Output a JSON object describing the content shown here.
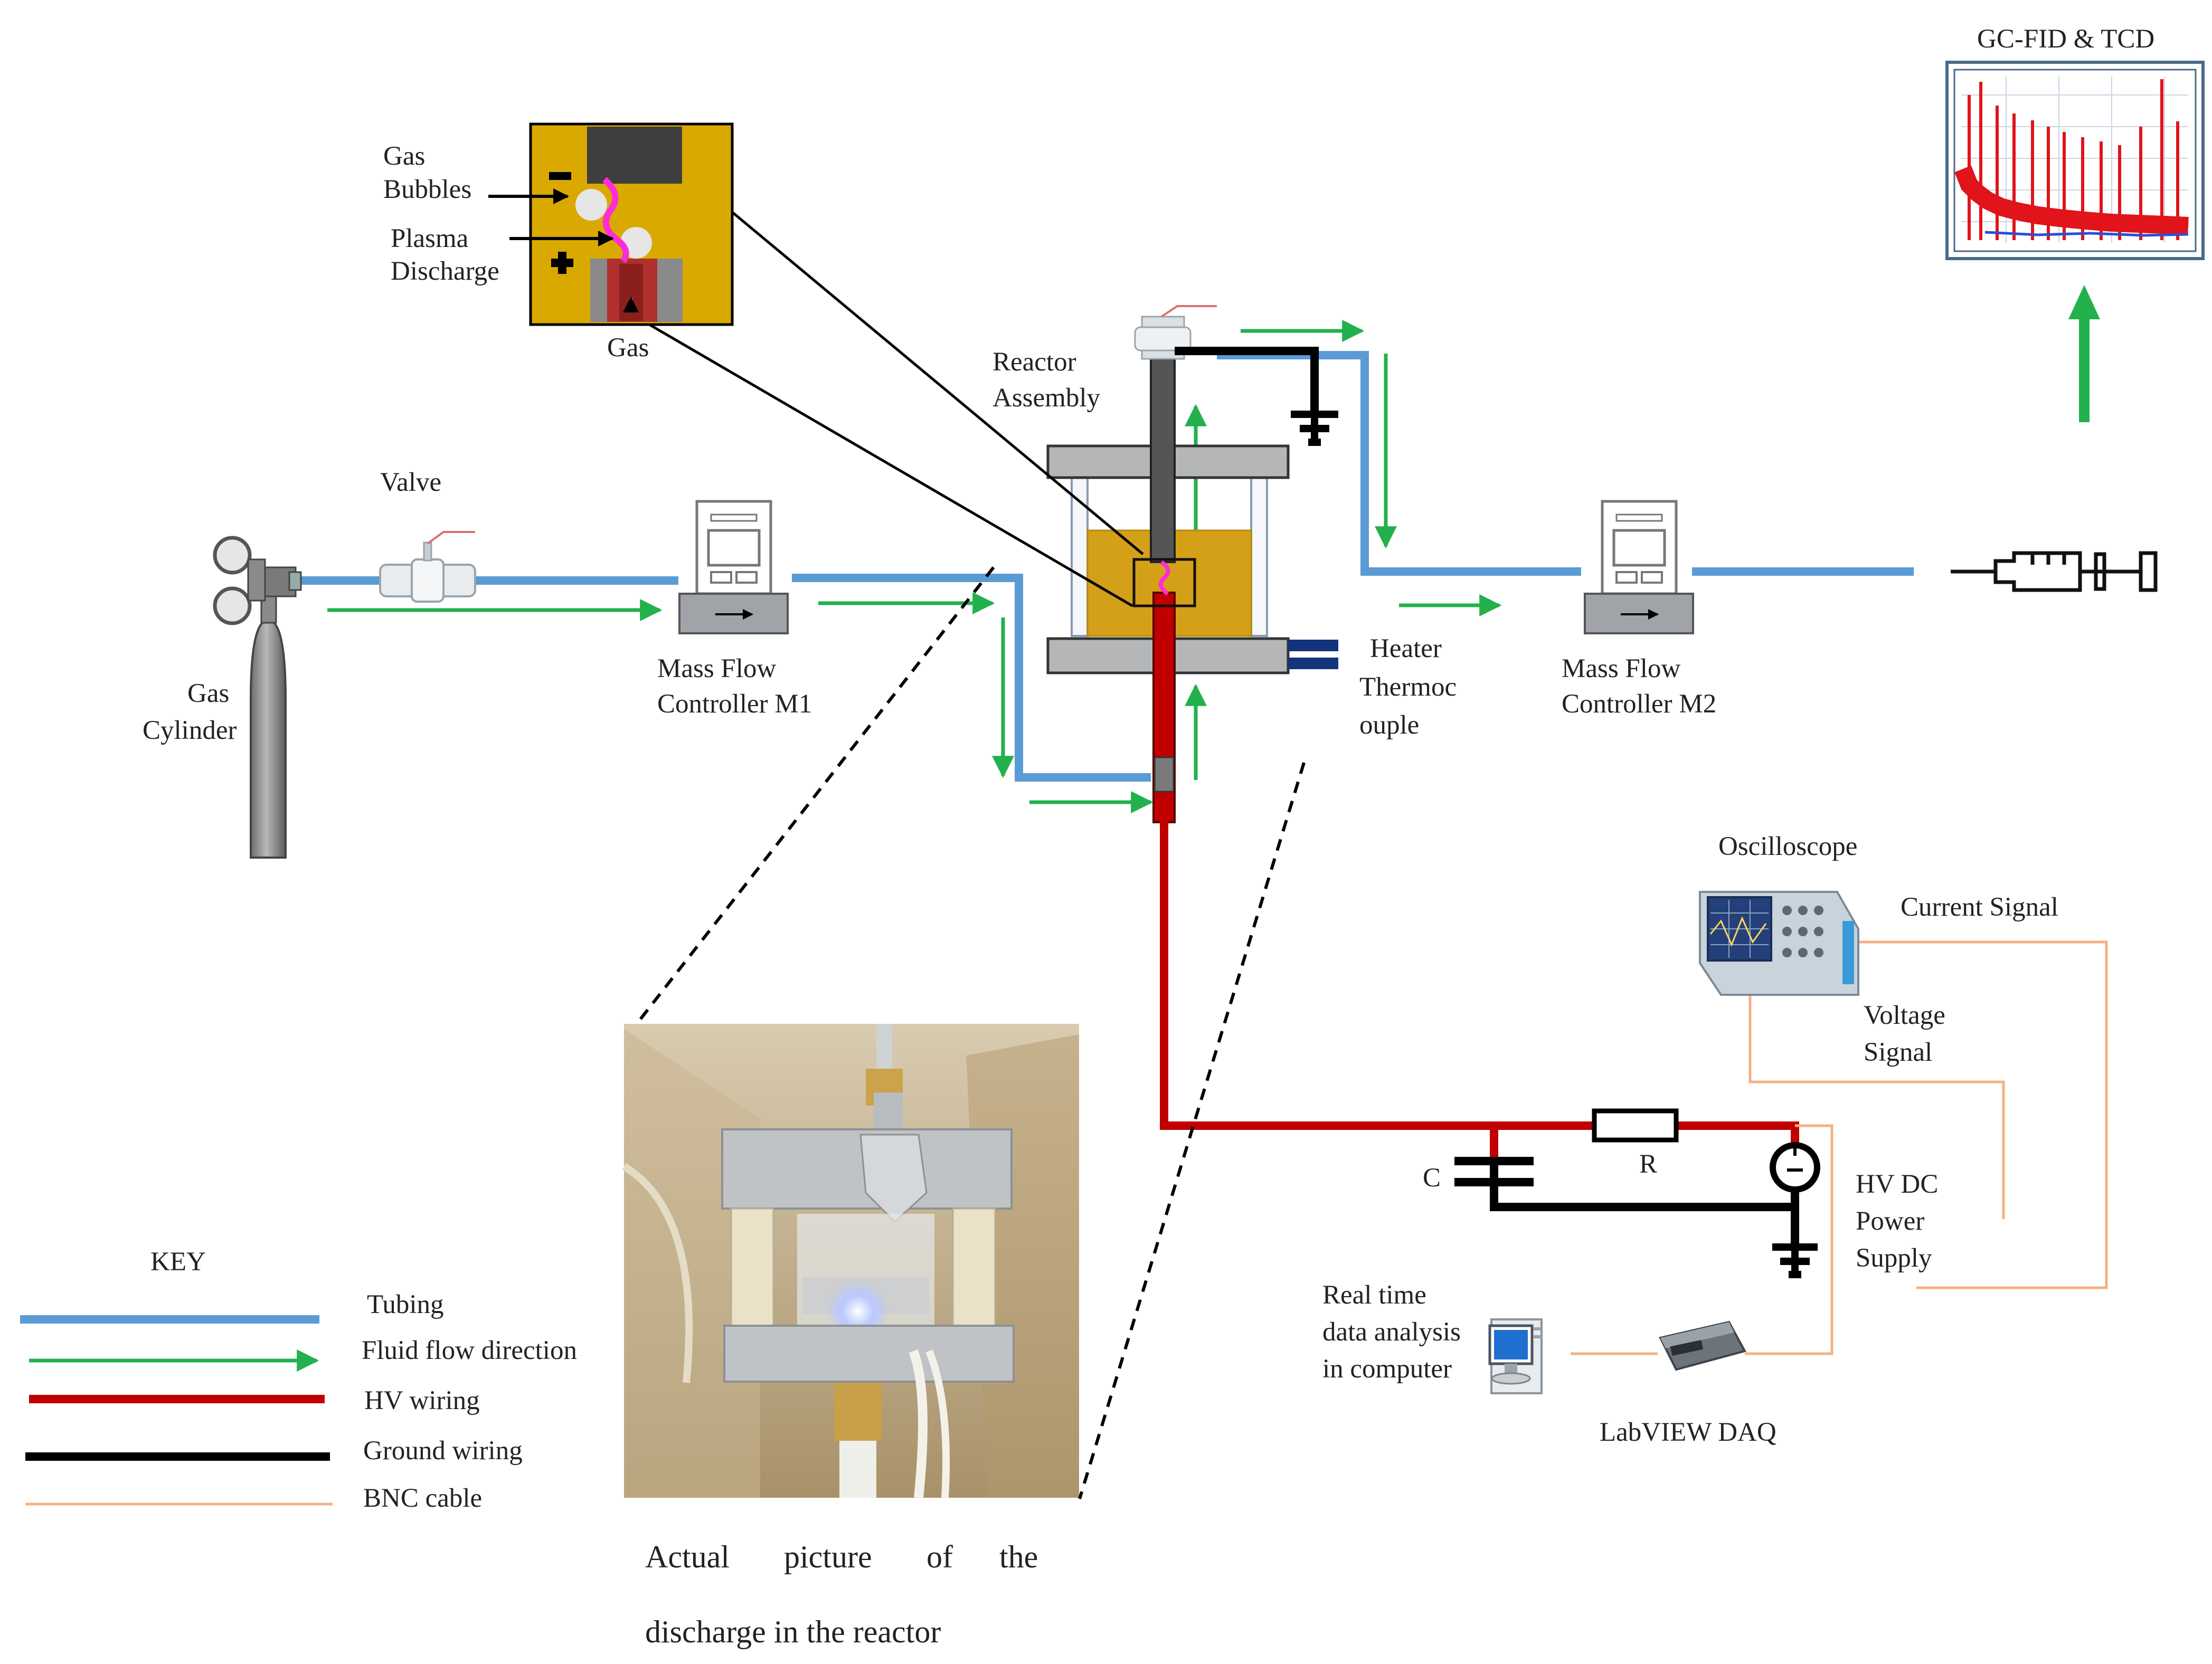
{
  "colors": {
    "tubing": "#5b9bd5",
    "flow": "#22b14c",
    "hv": "#c00000",
    "ground": "#000000",
    "bnc": "#f4b183",
    "oil": "#d4a017"
  },
  "labels": {
    "gc_title": "GC-FID & TCD",
    "gas_bubbles_1": "Gas",
    "gas_bubbles_2": "Bubbles",
    "plasma_1": "Plasma",
    "plasma_2": "Discharge",
    "inset_gas": "Gas",
    "reactor_1": "Reactor",
    "reactor_2": "Assembly",
    "valve": "Valve",
    "gas_cyl_1": "Gas",
    "gas_cyl_2": "Cylinder",
    "mfc1_1": "Mass Flow",
    "mfc1_2": "Controller M1",
    "heater_1": "Heater",
    "heater_2": "Thermoc",
    "heater_3": "ouple",
    "mfc2_1": "Mass Flow",
    "mfc2_2": "Controller M2",
    "oscilloscope": "Oscilloscope",
    "current_signal": "Current Signal",
    "voltage_1": "Voltage",
    "voltage_2": "Signal",
    "cap": "C",
    "res": "R",
    "hvdc_1": "HV DC",
    "hvdc_2": "Power",
    "hvdc_3": "Supply",
    "realtime_1": "Real time",
    "realtime_2": "data analysis",
    "realtime_3": "in computer",
    "daq": "LabVIEW DAQ",
    "caption_1": [
      "Actual",
      "picture",
      "of",
      "the"
    ],
    "caption_2": "discharge in the reactor"
  },
  "key": {
    "title": "KEY",
    "items": [
      {
        "label": "Tubing",
        "style": "tubing"
      },
      {
        "label": "Fluid flow direction",
        "style": "flow"
      },
      {
        "label": "HV wiring",
        "style": "hv"
      },
      {
        "label": "Ground wiring",
        "style": "ground"
      },
      {
        "label": "BNC cable",
        "style": "bnc"
      }
    ]
  },
  "icons": {
    "inset_minus": "minus-icon",
    "inset_plus": "plus-icon"
  }
}
